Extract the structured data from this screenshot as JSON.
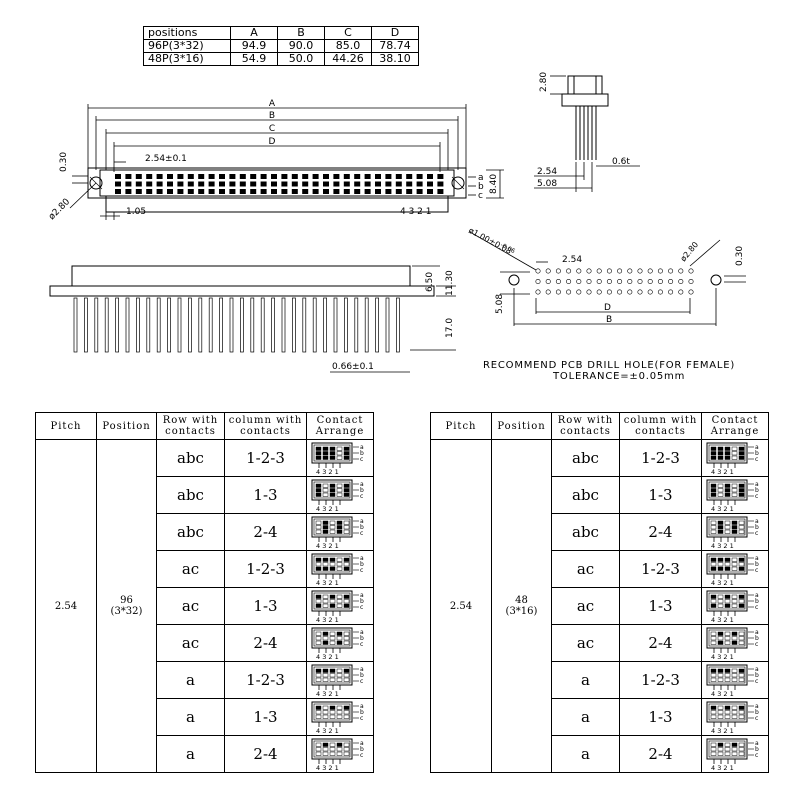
{
  "positions_table": {
    "header": [
      "positions",
      "A",
      "B",
      "C",
      "D"
    ],
    "rows": [
      [
        "96P(3*32)",
        "94.9",
        "90.0",
        "85.0",
        "78.74"
      ],
      [
        "48P(3*16)",
        "54.9",
        "50.0",
        "44.26",
        "38.10"
      ]
    ]
  },
  "drawing_labels": {
    "dim_a": "A",
    "dim_b": "B",
    "dim_c": "C",
    "dim_d": "D",
    "pitch": "2.54±0.1",
    "offset_030": "0.30",
    "hole_280": "ø2.80",
    "dim_105": "1.05",
    "row_a": "a",
    "row_b": "b",
    "row_c": "c",
    "pin_numbers": "4 3 2 1",
    "height_840": "8.40",
    "side_280": "2.80",
    "side_254": "2.54",
    "side_508": "5.08",
    "side_06t": "0.6t",
    "front_650": "6.50",
    "front_1130": "11.30",
    "front_170": "17.0",
    "front_066": "0.66±0.1",
    "pcb_hole": "ø1.00±0.08",
    "pcb_hole_tol": "-0.06",
    "pcb_254": "2.54",
    "pcb_280": "ø2.80",
    "pcb_030": "0.30",
    "pcb_508": "5.08",
    "pcb_d": "D",
    "pcb_b": "B",
    "note_line1": "RECOMMEND PCB DRILL HOLE(FOR FEMALE)",
    "note_line2": "TOLERANCE=±0.05mm"
  },
  "contact_tables": [
    {
      "pitch": "2.54",
      "position_main": "96",
      "position_sub": "(3*32)",
      "headers": [
        "Pitch",
        "Position",
        "Row with contacts",
        "column with contacts",
        "Contact Arrange"
      ],
      "rows": [
        {
          "row": "abc",
          "col": "1-2-3"
        },
        {
          "row": "abc",
          "col": "1-3"
        },
        {
          "row": "abc",
          "col": "2-4"
        },
        {
          "row": "ac",
          "col": "1-2-3"
        },
        {
          "row": "ac",
          "col": "1-3"
        },
        {
          "row": "ac",
          "col": "2-4"
        },
        {
          "row": "a",
          "col": "1-2-3"
        },
        {
          "row": "a",
          "col": "1-3"
        },
        {
          "row": "a",
          "col": "2-4"
        }
      ]
    },
    {
      "pitch": "2.54",
      "position_main": "48",
      "position_sub": "(3*16)",
      "headers": [
        "Pitch",
        "Position",
        "Row with contacts",
        "column with contacts",
        "Contact Arrange"
      ],
      "rows": [
        {
          "row": "abc",
          "col": "1-2-3"
        },
        {
          "row": "abc",
          "col": "1-3"
        },
        {
          "row": "abc",
          "col": "2-4"
        },
        {
          "row": "ac",
          "col": "1-2-3"
        },
        {
          "row": "ac",
          "col": "1-3"
        },
        {
          "row": "ac",
          "col": "2-4"
        },
        {
          "row": "a",
          "col": "1-2-3"
        },
        {
          "row": "a",
          "col": "1-3"
        },
        {
          "row": "a",
          "col": "2-4"
        }
      ]
    }
  ],
  "arrange_labels": {
    "rows": [
      "a",
      "b",
      "c"
    ],
    "cols": "4 3 2 1"
  }
}
